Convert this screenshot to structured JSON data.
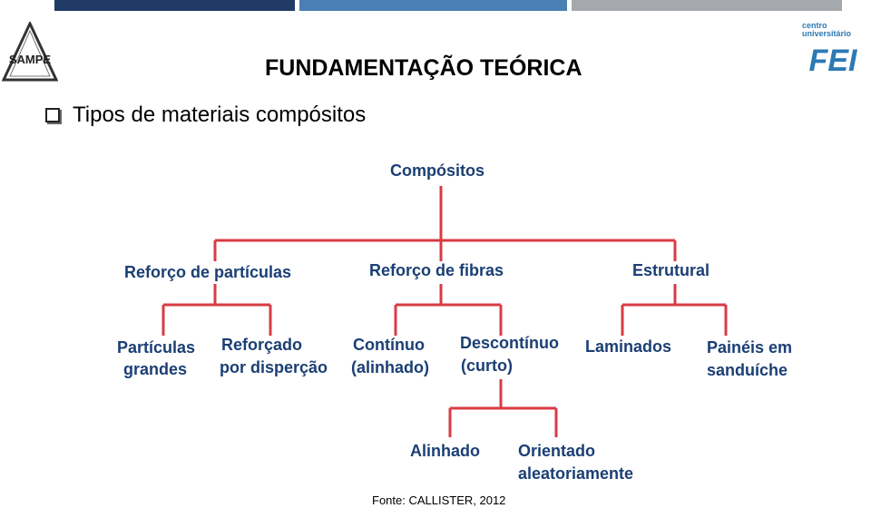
{
  "header": {
    "title": "FUNDAMENTAÇÃO TEÓRICA",
    "bullet": "Tipos de materiais compósitos"
  },
  "logos": {
    "left": {
      "text": "SAMPE",
      "icon": "sampe-logo"
    },
    "right": {
      "line1": "centro",
      "line2": "universitário",
      "text": "FEI",
      "icon": "fei-logo"
    }
  },
  "diagram": {
    "root": "Compósitos",
    "level1": [
      "Reforço de partículas",
      "Reforço de fibras",
      "Estrutural"
    ],
    "particles": [
      "Partículas",
      "grandes",
      "Reforçado",
      "por disperção"
    ],
    "fibers": [
      "Contínuo",
      "(alinhado)",
      "Descontínuo",
      "(curto)"
    ],
    "structural": [
      "Laminados",
      "Painéis em",
      "sanduíche"
    ],
    "discontinuous": [
      "Alinhado",
      "Orientado",
      "aleatoriamente"
    ]
  },
  "footer": {
    "source": "Fonte: CALLISTER, 2012"
  },
  "colors": {
    "connector": "#d93b45",
    "node_text": "#1b3f74",
    "bar_dark": "#1f3b66",
    "bar_mid": "#4a7fb3",
    "bar_gray": "#a5a9ad"
  }
}
